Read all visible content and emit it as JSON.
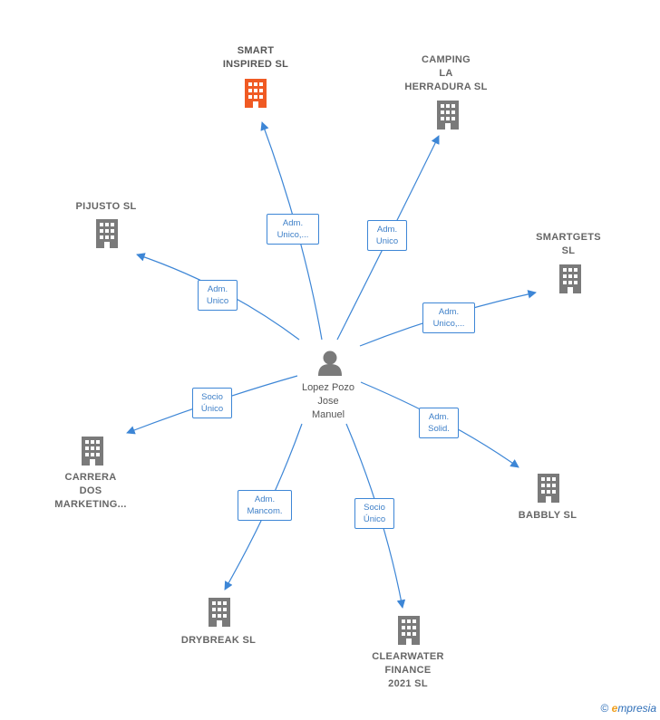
{
  "center": {
    "name_lines": [
      "Lopez Pozo",
      "Jose",
      "Manuel"
    ],
    "icon": "person-icon"
  },
  "colors": {
    "edge": "#3d86d6",
    "building": "#7a7a7a",
    "building_highlight": "#f05a23"
  },
  "companies": [
    {
      "id": "smart-inspired",
      "lines": [
        "SMART",
        "INSPIRED SL"
      ],
      "highlight": true,
      "rel": [
        "Adm.",
        "Unico,..."
      ]
    },
    {
      "id": "camping-la-herradura",
      "lines": [
        "CAMPING",
        "LA",
        "HERRADURA SL"
      ],
      "highlight": false,
      "rel": [
        "Adm.",
        "Unico"
      ]
    },
    {
      "id": "pijusto",
      "lines": [
        "PIJUSTO SL"
      ],
      "highlight": false,
      "rel": [
        "Adm.",
        "Unico"
      ]
    },
    {
      "id": "smartgets",
      "lines": [
        "SMARTGETS",
        "SL"
      ],
      "highlight": false,
      "rel": [
        "Adm.",
        "Unico,..."
      ]
    },
    {
      "id": "carrera-dos-marketing",
      "lines": [
        "CARRERA",
        "DOS",
        "MARKETING..."
      ],
      "highlight": false,
      "rel": [
        "Socio",
        "Único"
      ]
    },
    {
      "id": "babbly",
      "lines": [
        "BABBLY SL"
      ],
      "highlight": false,
      "rel": [
        "Adm.",
        "Solid."
      ]
    },
    {
      "id": "drybreak",
      "lines": [
        "DRYBREAK SL"
      ],
      "highlight": false,
      "rel": [
        "Adm.",
        "Mancom."
      ]
    },
    {
      "id": "clearwater-finance-2021",
      "lines": [
        "CLEARWATER",
        "FINANCE",
        "2021 SL"
      ],
      "highlight": false,
      "rel": [
        "Socio",
        "Único"
      ]
    }
  ],
  "footer": {
    "copyright": "©",
    "brand_e": "e",
    "brand_rest": "mpresia"
  }
}
